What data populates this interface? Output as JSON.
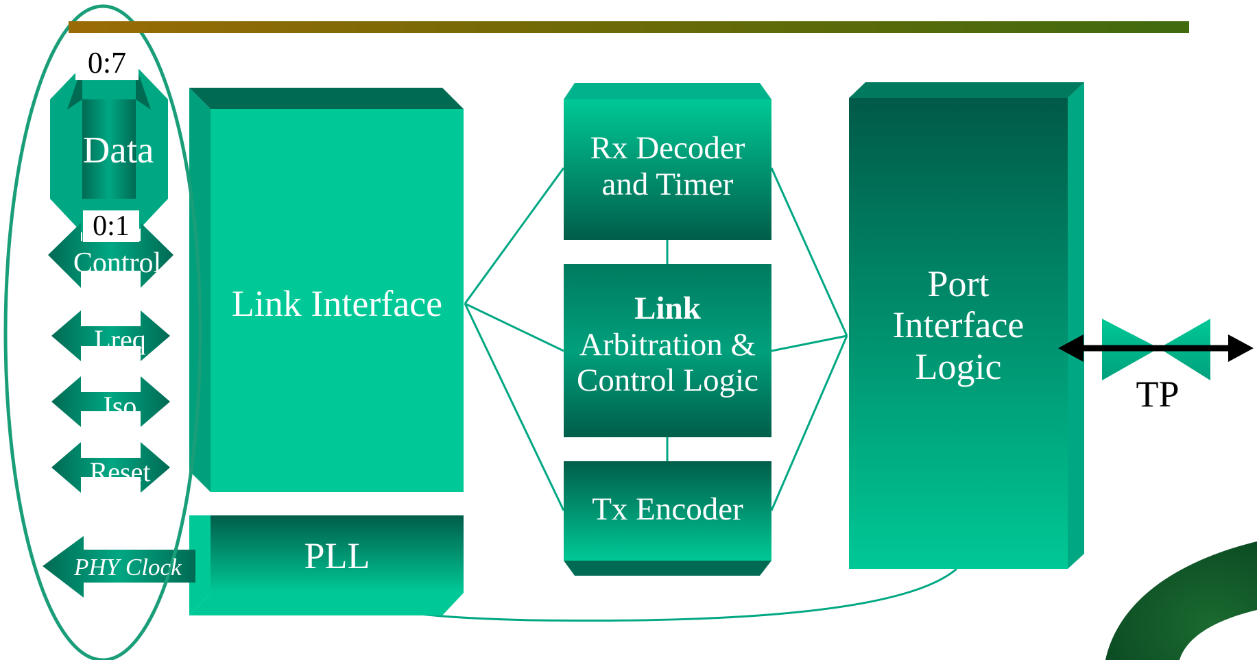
{
  "colors": {
    "teal_light": "#00c896",
    "teal_dark": "#006a53",
    "outline": "#1a9e79",
    "title_bar_start": "#9a6b05",
    "title_bar_end": "#3f6a0e",
    "corner_swoosh": "#0e5a2c"
  },
  "signals": {
    "data_width": "0:7",
    "data": "Data",
    "control_width": "0:1",
    "control": "Control",
    "lreq": "Lreq",
    "iso": "Iso",
    "reset": "Reset",
    "phy_clock": "PHY Clock"
  },
  "blocks": {
    "link_interface": "Link Interface",
    "pll": "PLL",
    "rx_decoder_line1": "Rx Decoder",
    "rx_decoder_line2": "and Timer",
    "link_arbitration_bold": "Link",
    "link_arbitration_line2": "Arbitration &",
    "link_arbitration_line3": "Control Logic",
    "tx_encoder": "Tx Encoder",
    "port_interface_line1": "Port",
    "port_interface_line2": "Interface",
    "port_interface_line3": "Logic",
    "tp": "TP"
  }
}
